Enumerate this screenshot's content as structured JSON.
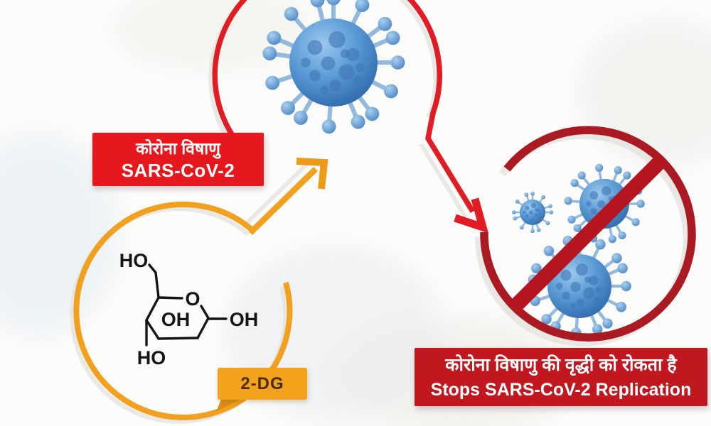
{
  "title": "2-DG stops SARS-CoV-2 replication infographic",
  "colors": {
    "red_bright": "#e11d23",
    "red_box": "#e6181e",
    "red_box_dark": "#c1171e",
    "red_dark_ring": "#aa1a22",
    "red_dark_bar": "#b5151f",
    "orange": "#f1a01f",
    "orange_dark": "#ef9b1a",
    "orange_tag": "#f3a21e",
    "tag_text": "#4a2e0c",
    "virus_light": "#9cc8ee",
    "virus_mid": "#5b9bd5",
    "virus_dark": "#2f6aad",
    "spot": "#3f76b4",
    "stem": "#93b9dd",
    "ink": "#151515"
  },
  "labels": {
    "corona_box": {
      "hindi": "कोरोना विषाणु",
      "english": "SARS-CoV-2"
    },
    "result_box": {
      "hindi": "कोरोना विषाणु की वृद्धी को रोकता है",
      "english": "Stops SARS-CoV-2 Replication"
    },
    "molecule_tag": "2-DG"
  },
  "molecule": {
    "name": "2-DG",
    "atom_labels": {
      "ho_top": "HO",
      "ring_oxygen": "O",
      "oh_inner": "OH",
      "oh_right": "OH",
      "ho_bottom": "HO"
    }
  }
}
